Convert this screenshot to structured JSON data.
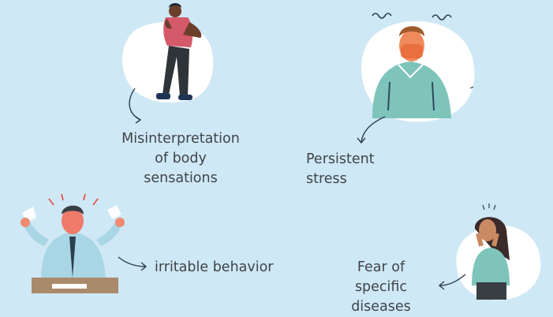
{
  "diagram": {
    "nodes": [
      {
        "id": "misinterpretation",
        "lines": [
          "Misinterpretation",
          "of body",
          "sensations"
        ]
      },
      {
        "id": "stress",
        "lines": [
          "Persistent",
          "stress"
        ]
      },
      {
        "id": "irritable",
        "lines": [
          "irritable behavior"
        ]
      },
      {
        "id": "fear",
        "lines": [
          "Fear of specific",
          "diseases"
        ]
      }
    ]
  },
  "colors": {
    "background": "#cfe8f5",
    "blob": "#ffffff",
    "text": "#3f4448",
    "arrow": "#2c3e50"
  }
}
